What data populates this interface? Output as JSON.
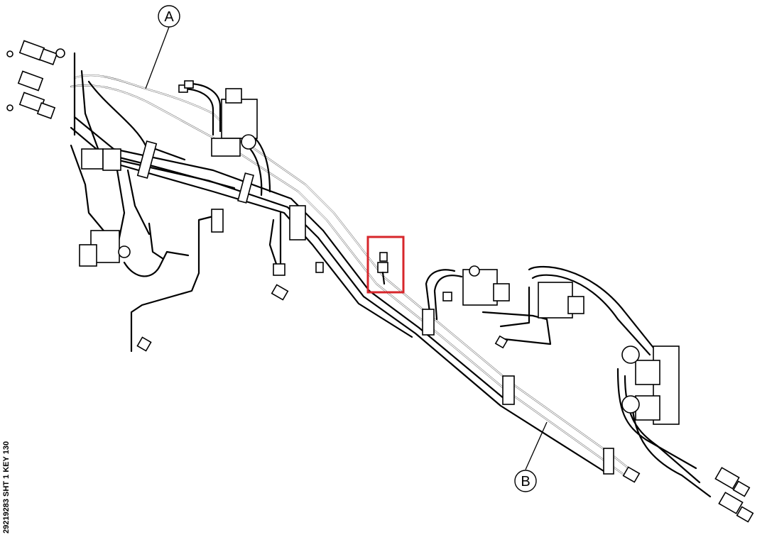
{
  "callouts": {
    "a": "A",
    "b": "B"
  },
  "figure_ref": "29219283 SHT 1 KEY 130",
  "colors": {
    "line": "#000000",
    "background": "#ffffff",
    "highlight": "#d7262b"
  }
}
